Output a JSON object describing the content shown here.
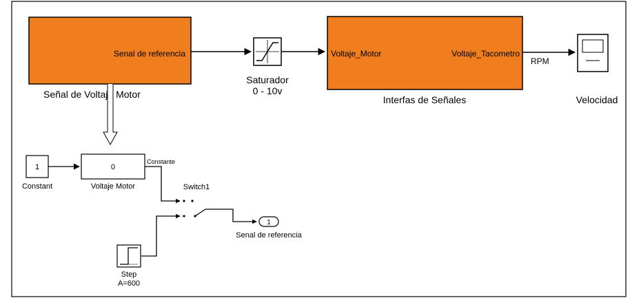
{
  "colors": {
    "subsystem_fill": "#f07d1e",
    "line": "#000000",
    "block_fill": "#ffffff",
    "frame": "#000000"
  },
  "top": {
    "signal_subsystem": {
      "port_label": "Senal de referencia",
      "name": "Señal de Voltaje Motor"
    },
    "saturator": {
      "name_line1": "Saturador",
      "name_line2": "0 - 10v"
    },
    "interface_subsystem": {
      "in_port": "Voltaje_Motor",
      "out_port": "Voltaje_Tacometro",
      "name": "Interfas de Señales"
    },
    "rpm_label": "RPM",
    "scope": {
      "name": "Velocidad"
    }
  },
  "sub": {
    "constant_block": {
      "value": "1",
      "name": "Constant"
    },
    "voltaje_block": {
      "value": "0",
      "name": "Voltaje Motor"
    },
    "constante_signal": "Constante",
    "switch": {
      "name": "Switch1"
    },
    "outport": {
      "number": "1",
      "name": "Senal de referencia"
    },
    "step": {
      "name_line1": "Step",
      "name_line2": "A=600"
    }
  }
}
